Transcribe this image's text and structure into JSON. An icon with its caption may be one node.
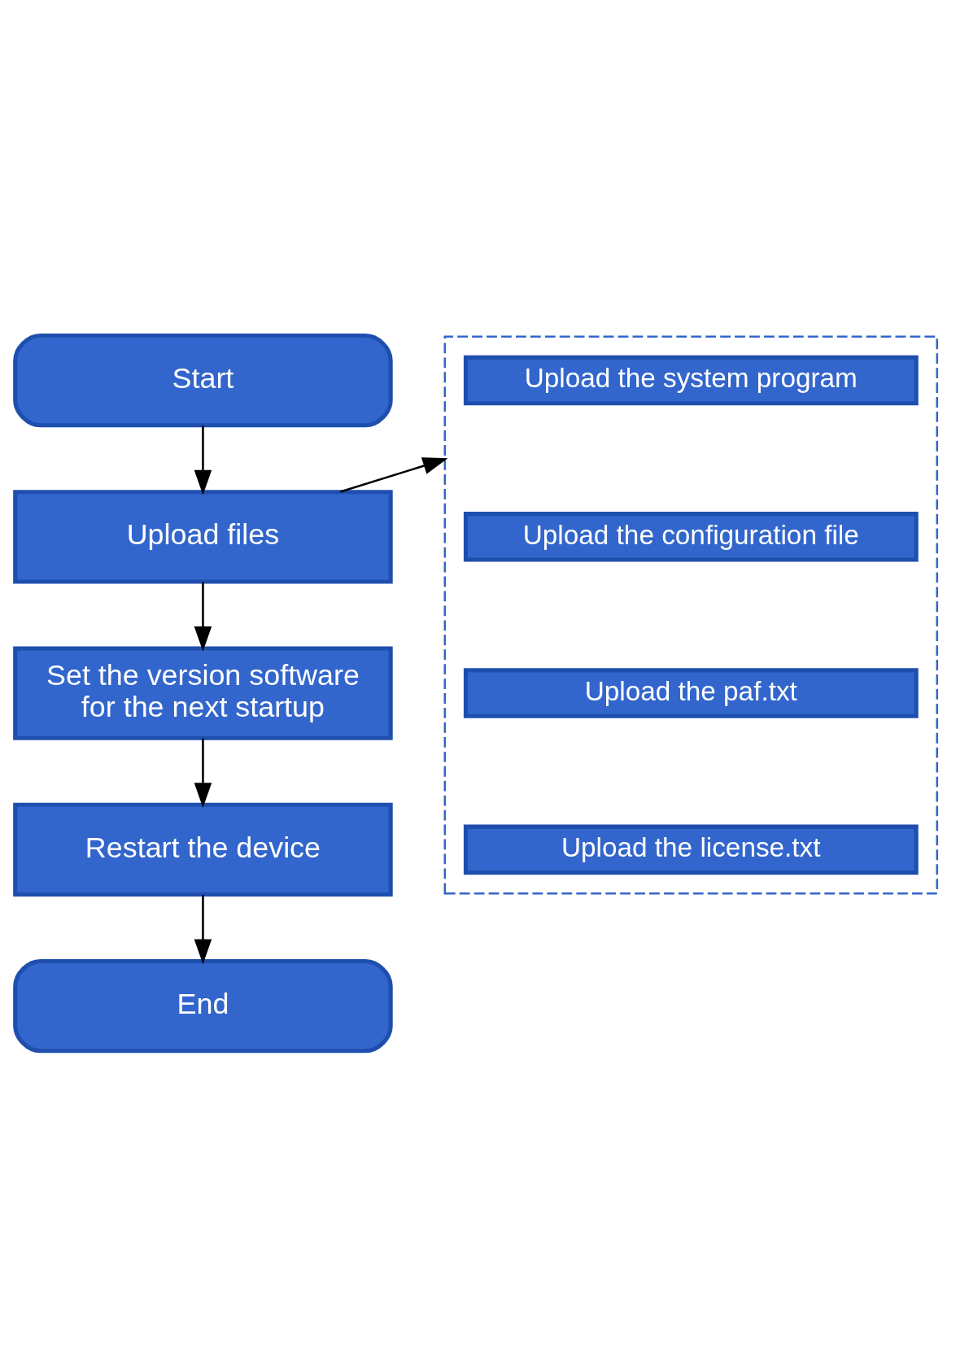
{
  "diagram": {
    "nodes": [
      {
        "text": [
          "Start"
        ]
      },
      {
        "text": [
          "Upload files"
        ]
      },
      {
        "text": [],
        "shape": "box"
      },
      {
        "text": [
          "Upload the system program"
        ],
        "in": 2
      },
      {
        "text": [
          "Upload the configuration file"
        ],
        "in": 2
      },
      {
        "text": [
          "Upload the paf.txt"
        ],
        "in": 2
      },
      {
        "text": [
          "Upload the license.txt"
        ],
        "in": 2
      },
      {
        "text": [
          "Set the version software for the next startup"
        ]
      },
      {
        "text": [
          "Restart the device"
        ]
      },
      {
        "text": [
          "End"
        ]
      }
    ],
    "edges": [
      {
        "from": 0,
        "to": 1,
        "arrow": "to"
      },
      {
        "from": 1,
        "to": 2,
        "arrow": "to"
      },
      {
        "from": 1,
        "to": 7,
        "arrow": "to"
      },
      {
        "from": 7,
        "to": 8,
        "arrow": "to"
      },
      {
        "from": 8,
        "to": 9,
        "arrow": "to"
      }
    ]
  }
}
